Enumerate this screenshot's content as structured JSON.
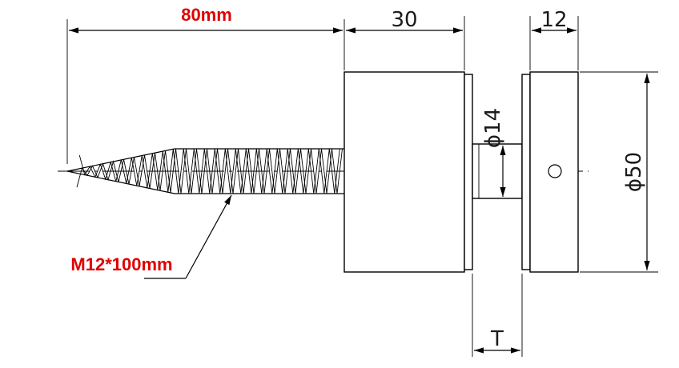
{
  "dimensions": {
    "length_label": "80mm",
    "thread_label": "M12*100mm",
    "cap_width": "30",
    "head_width": "12",
    "stem_diameter": "ϕ14",
    "head_diameter": "ϕ50",
    "gap_label": "T"
  },
  "colors": {
    "callout": "#e00000",
    "line": "#000000"
  }
}
